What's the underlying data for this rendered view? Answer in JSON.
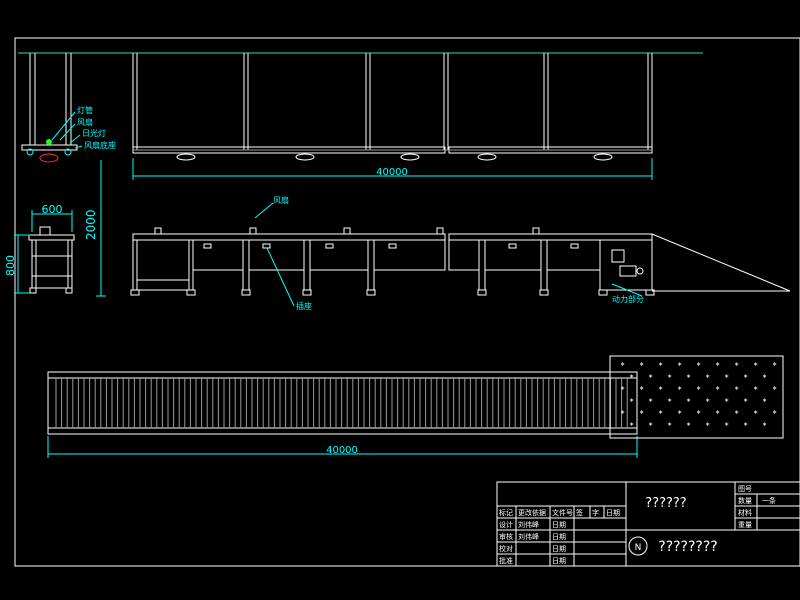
{
  "dimensions": {
    "top_length": "40000",
    "bottom_length": "40000",
    "width": "600",
    "height": "2000",
    "side_height": "800"
  },
  "labels": {
    "top_small_1": "灯管",
    "top_small_2": "风扇",
    "top_small_3": "日光灯",
    "top_small_4": "风扇底座",
    "side_label_1": "风扇",
    "side_label_2": "插座",
    "drive_label": "动力部分"
  },
  "title_block": {
    "title": "??????",
    "company": "????????",
    "rows": [
      [
        "标记",
        "更改依据",
        "文件号",
        "签",
        "字",
        "日期"
      ],
      [
        "设计",
        "刘伟峰",
        "日期",
        "",
        "",
        ""
      ],
      [
        "审核",
        "刘伟峰",
        "日期",
        "",
        "",
        ""
      ],
      [
        "校对",
        "",
        "日期",
        "",
        "",
        ""
      ],
      [
        "批准",
        "",
        "日期",
        "",
        "",
        ""
      ]
    ],
    "right_labels": [
      "图号",
      "数量",
      "材料",
      "重量"
    ],
    "quantity": "一条"
  }
}
